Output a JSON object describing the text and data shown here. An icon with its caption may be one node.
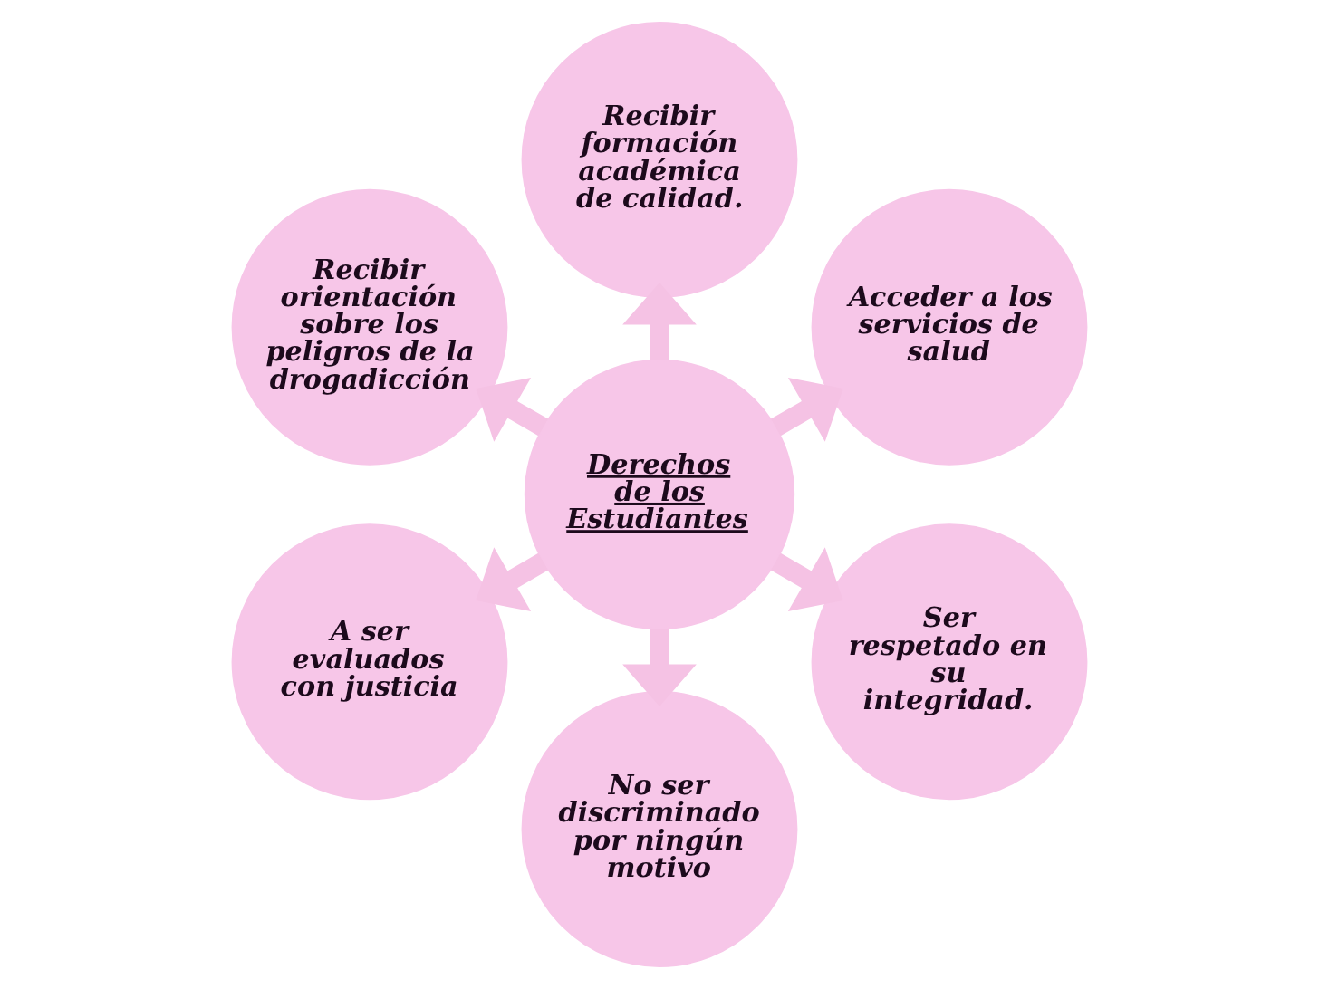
{
  "diagram": {
    "nodes": [
      {
        "text": [
          "Derechos de los Estudiantes"
        ]
      },
      {
        "text": [
          "Acceder a los servicios de salud"
        ]
      },
      {
        "text": [
          "Recibir formación académica de calidad."
        ]
      },
      {
        "text": [
          "Recibir orientación sobre los peligros de la drogadicción"
        ]
      },
      {
        "text": [
          "A ser evaluados con justicia"
        ]
      },
      {
        "text": [
          "No ser discriminado por ningún motivo"
        ]
      },
      {
        "text": [
          "Ser respetado en su integridad."
        ]
      }
    ],
    "edges": [
      {
        "from": 0,
        "to": 1,
        "arrow": "to"
      },
      {
        "from": 0,
        "to": 2,
        "arrow": "to"
      },
      {
        "from": 0,
        "to": 3,
        "arrow": "to"
      },
      {
        "from": 0,
        "to": 4,
        "arrow": "to"
      },
      {
        "from": 0,
        "to": 5,
        "arrow": "to"
      },
      {
        "from": 0,
        "to": 6,
        "arrow": "to"
      }
    ]
  }
}
